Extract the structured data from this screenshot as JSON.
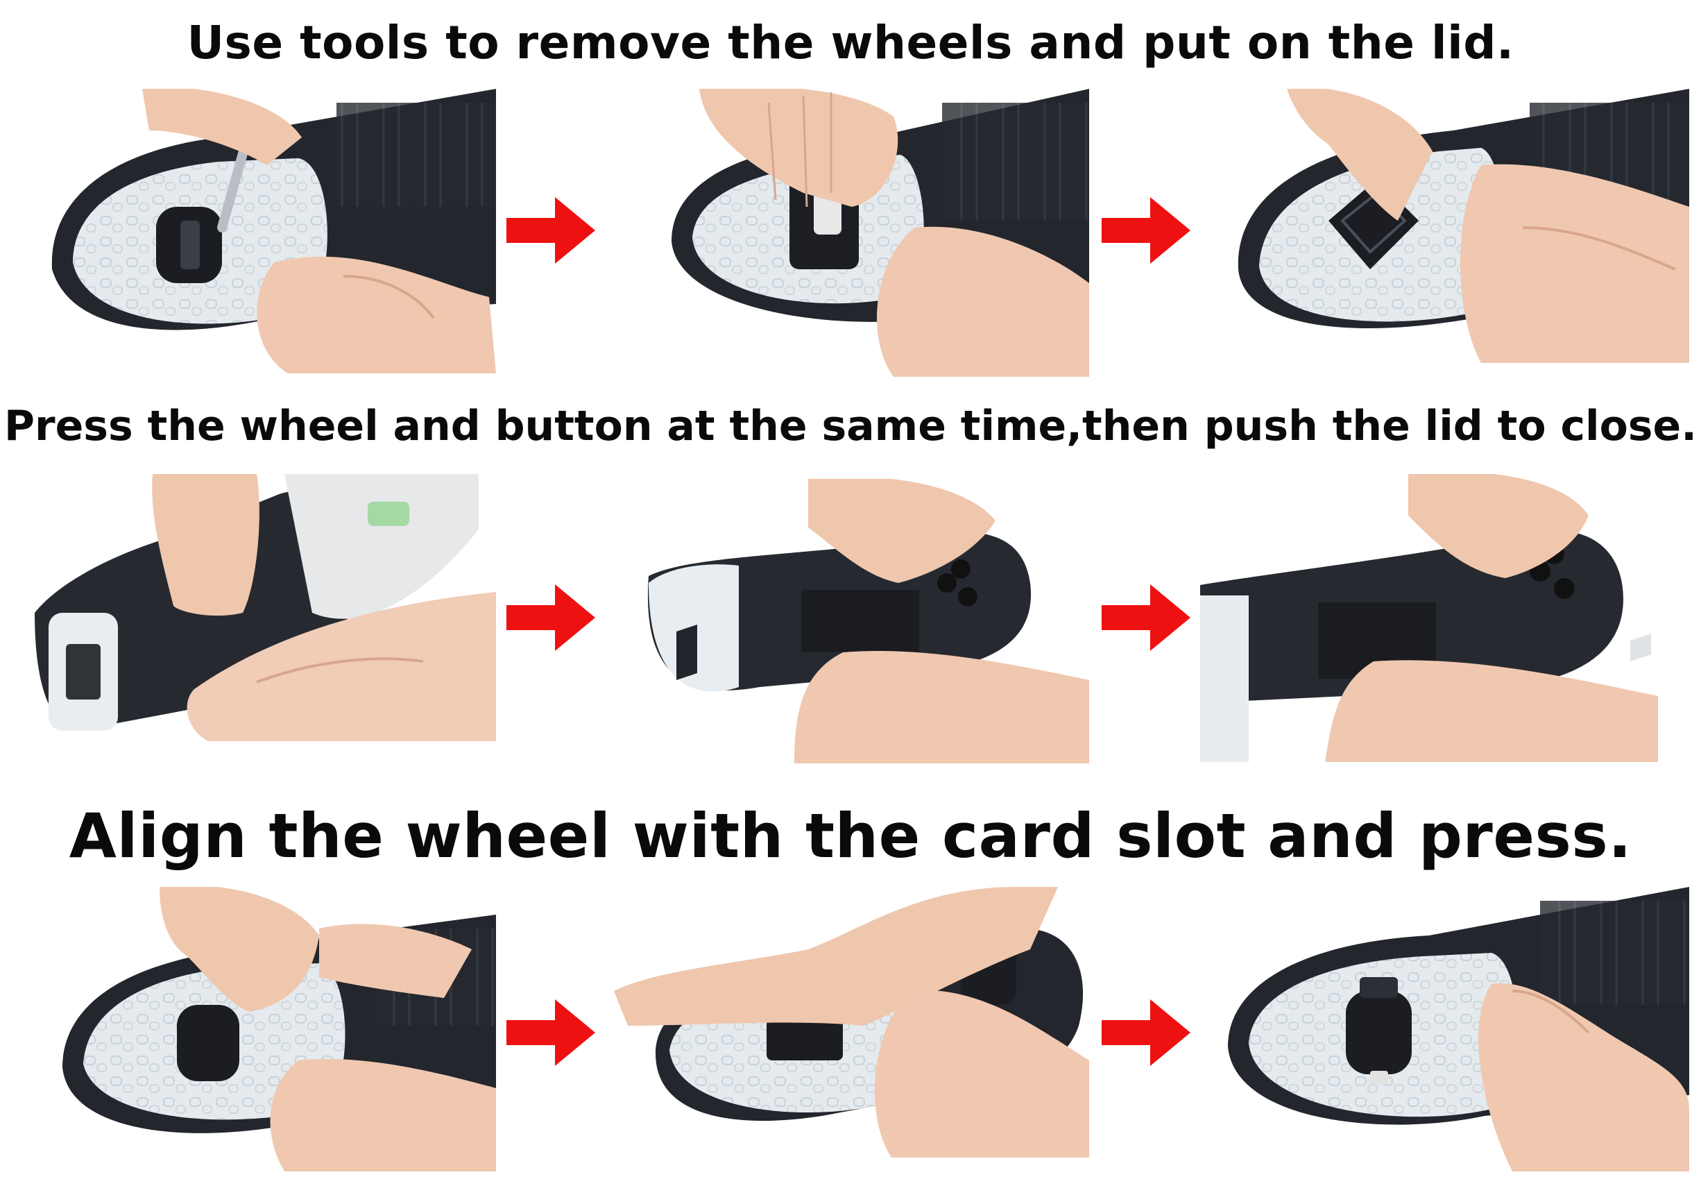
{
  "headings": {
    "step1": "Use tools to remove the wheels and put on the lid.",
    "step2": "Press the wheel and button at the same time,then push the lid to close.",
    "step3": "Align the wheel with the card slot and press."
  },
  "colors": {
    "arrow": "#ee1111",
    "sole": "#24272d",
    "heel_pad": "#e6ecef",
    "skin": "#f1cbb4",
    "background": "#ffffff"
  },
  "icons": {
    "arrow": "right-arrow-icon"
  }
}
